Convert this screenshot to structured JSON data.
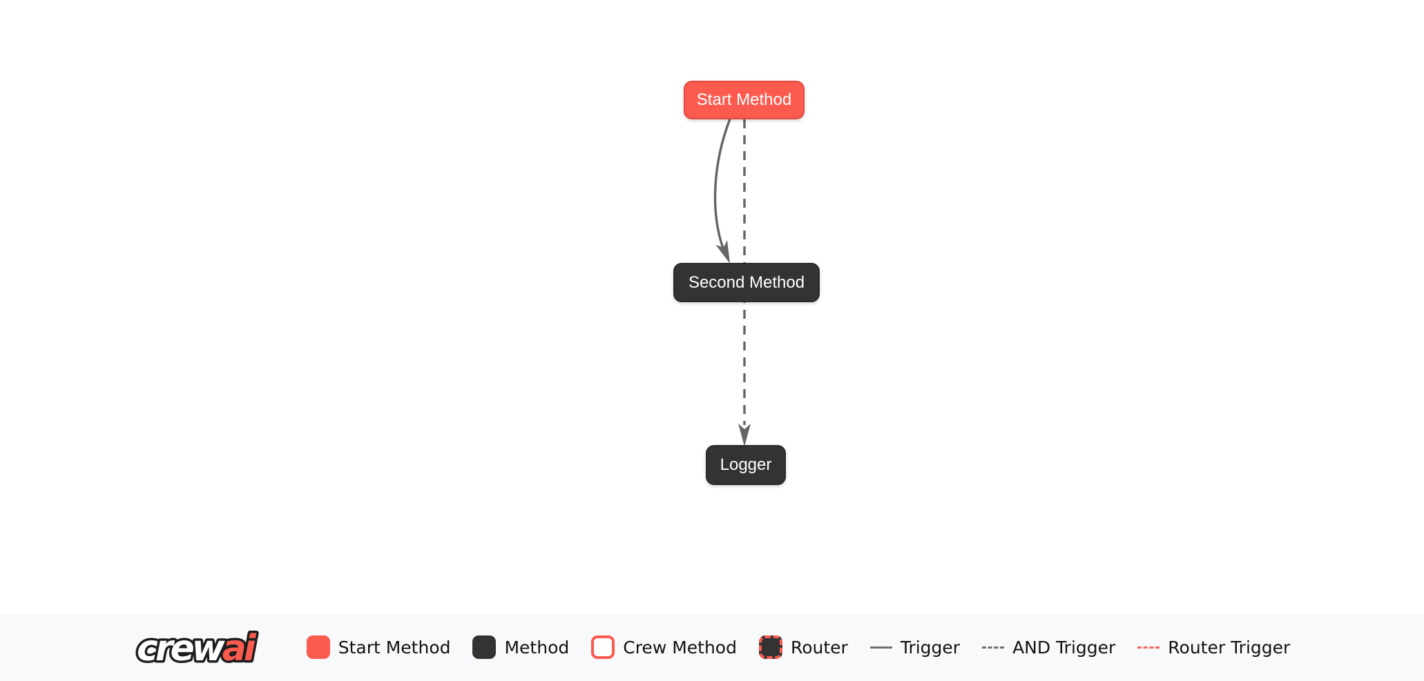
{
  "diagram": {
    "nodes": [
      {
        "id": "start_method",
        "label": "Start Method",
        "type": "start-method"
      },
      {
        "id": "second_method",
        "label": "Second Method",
        "type": "method"
      },
      {
        "id": "logger",
        "label": "Logger",
        "type": "method"
      }
    ],
    "edges": [
      {
        "from": "start_method",
        "to": "second_method",
        "type": "trigger",
        "style": "solid-curved"
      },
      {
        "from": "start_method",
        "to": "logger",
        "type": "and-trigger",
        "style": "dashed-straight"
      }
    ]
  },
  "legend": {
    "logo": {
      "crew": "crew",
      "ai": "ai"
    },
    "items": [
      {
        "label": "Start Method",
        "swatch": "start"
      },
      {
        "label": "Method",
        "swatch": "method"
      },
      {
        "label": "Crew Method",
        "swatch": "crew"
      },
      {
        "label": "Router",
        "swatch": "router"
      },
      {
        "label": "Trigger",
        "line": "solid"
      },
      {
        "label": "AND Trigger",
        "line": "dashed"
      },
      {
        "label": "Router Trigger",
        "line": "dashed-red"
      }
    ]
  },
  "colors": {
    "accent_red": "#FB5B4F",
    "node_dark": "#333333",
    "edge_gray": "#666666",
    "footer_bg": "#F8F9FA",
    "canvas_bg": "#FFFFFF",
    "legend_text": "#111111",
    "node_text": "#FFFFFF"
  }
}
